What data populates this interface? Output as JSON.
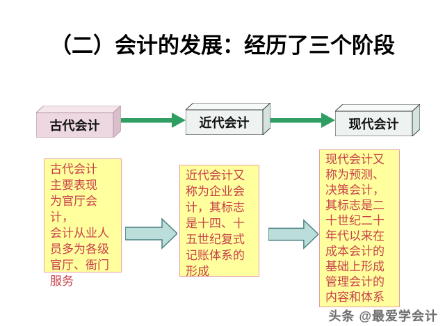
{
  "title": "（二）会计的发展：经历了三个阶段",
  "stages": [
    {
      "label": "古代会计",
      "detail_lines": [
        "古代会计",
        "主要表现",
        "为官厅会计，",
        "会计从业人",
        "员多为各级",
        "官厅、衙门",
        "服务"
      ]
    },
    {
      "label": "近代会计",
      "detail_lines": [
        "近代会计又",
        "称为企业会",
        "计，其标志",
        "是十四、十",
        "五世纪复式",
        "记账体系的",
        "形成"
      ]
    },
    {
      "label": "现代会计",
      "detail_lines": [
        "现代会计又",
        "称为预测、",
        "决策会计，",
        "其标志是二",
        "十世纪二十",
        "年代以来在",
        "成本会计的",
        "基础上形成",
        "管理会计的",
        "内容和体系"
      ]
    }
  ],
  "watermark": "头条 @最爱学会计",
  "icons": {
    "flow_arrow": "green-right-arrow",
    "block_arrow": "cyan-block-right-arrow"
  },
  "colors": {
    "background": "#ffffff",
    "title_text": "#000000",
    "ancient_cube_fill": "#edd7e0",
    "modern_cube_fill": "#eef3f1",
    "flow_arrow_green": "#2f9e63",
    "detail_box_fill": "#ffff9e",
    "detail_box_border": "#e89f9f",
    "detail_text_red": "#c8404a",
    "block_arrow_fill": "#bcdeda",
    "block_arrow_border": "#4a8080",
    "watermark_text": "#6f6f6f"
  }
}
